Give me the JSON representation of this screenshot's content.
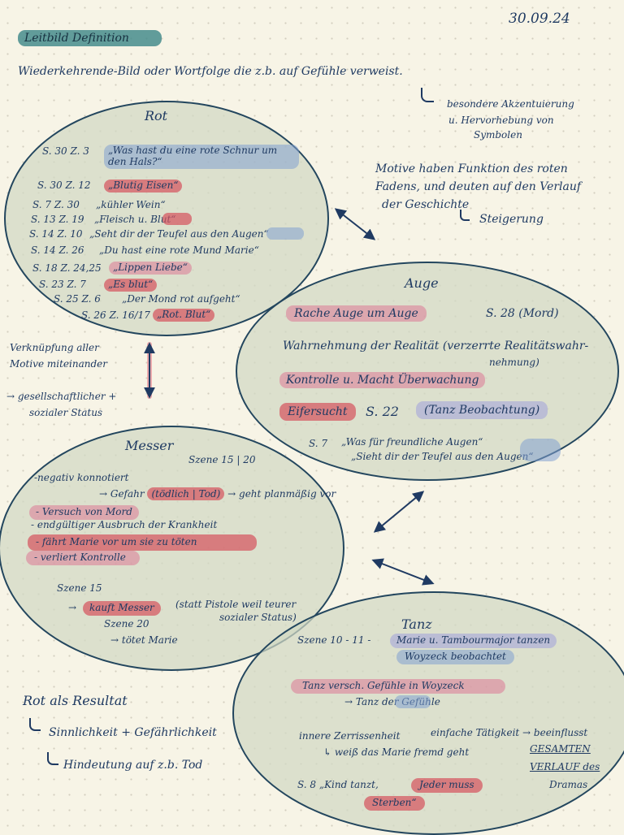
{
  "date": "30.09.24",
  "header": {
    "title": "Leitbild Definition",
    "definition": "Wiederkehrende-Bild oder Wortfolge die z.b. auf Gefühle verweist.",
    "note_line1": "besondere Akzentuierung",
    "note_line2": "u. Hervorhebung von",
    "note_line3": "Symbolen"
  },
  "motive_note": {
    "line1": "Motive haben Funktion des roten",
    "line2": "Fadens, und deuten auf den Verlauf",
    "line3": "der Geschichte",
    "line4": "Steigerung"
  },
  "rot": {
    "title": "Rot",
    "items": [
      {
        "ref": "S. 30 Z. 3",
        "quote": "„Was hast du eine rote Schnur um den Hals?“"
      },
      {
        "ref": "S. 30 Z. 12",
        "quote": "„Blutig Eisen“"
      },
      {
        "ref": "S. 7 Z. 30",
        "quote": "„kühler Wein“"
      },
      {
        "ref": "S. 13 Z. 19",
        "quote": "„Fleisch u. Blut“"
      },
      {
        "ref": "S. 14 Z. 10",
        "quote": "„Seht dir der Teufel aus den Augen“"
      },
      {
        "ref": "S. 14 Z. 26",
        "quote": "„Du hast eine rote Mund Marie“"
      },
      {
        "ref": "S. 18 Z. 24,25",
        "quote": "„Lippen Liebe“"
      },
      {
        "ref": "S. 23 Z. 7",
        "quote": "„Es blut“"
      },
      {
        "ref": "S. 25 Z. 6",
        "quote": "„Der Mond rot aufgeht“"
      },
      {
        "ref": "S. 26 Z. 16/17",
        "quote": "„Rot. Blut“"
      }
    ]
  },
  "verknuepfung": {
    "line1": "Verknüpfung aller",
    "line2": "Motive miteinander",
    "line3": "gesellschaftlicher +",
    "line4": "sozialer Status"
  },
  "auge": {
    "title": "Auge",
    "rache": "Rache Auge um Auge",
    "rache_ref": "S. 28 (Mord)",
    "wahrnehmung": "Wahrnehmung der Realität (verzerrte Realitätswahr-",
    "wahrnehmung2": "nehmung)",
    "kontrolle": "Kontrolle u. Macht Überwachung",
    "eifersucht": "Eifersucht",
    "eifersucht_ref": "S. 22",
    "tanz_beob": "(Tanz Beobachtung)",
    "s7_ref": "S. 7",
    "s7_quote": "„Was für freundliche Augen“",
    "s7_quote2": "„Sieht dir der Teufel aus den Augen“"
  },
  "messer": {
    "title": "Messer",
    "szene": "Szene 15 | 20",
    "negativ": "-negativ konnotiert",
    "gefahr_pre": "→ Gefahr",
    "gefahr_hl": "(tödlich | Tod)",
    "gefahr_post": "→ geht planmäßig vor",
    "versuch": "- Versuch von Mord",
    "endgueltig": "- endgültiger Ausbruch der Krankheit",
    "faehrt": "- fährt Marie vor um sie zu töten",
    "kontrolle": "- verliert Kontrolle",
    "szene15": "Szene 15",
    "kauft": "kauft Messer",
    "statt": "(statt Pistole weil teurer",
    "statt2": "sozialer Status)",
    "szene20": "Szene 20",
    "toetet": "→ tötet Marie"
  },
  "tanz": {
    "title": "Tanz",
    "szene": "Szene 10 - 11 -",
    "marie": "Marie u. Tambourmajor tanzen",
    "woyzeck": "Woyzeck beobachtet",
    "versuch": "Tanz versch. Gefühle in Woyzeck",
    "tanz_der": "→ Tanz der Gefühle",
    "innere": "innere Zerrissenheit",
    "einfache": "einfache Tätigkeit → beeinflusst",
    "gesamten": "GESAMTEN",
    "weiss": "weiß das Marie fremd geht",
    "verlauf": "VERLAUF des",
    "dramas": "Dramas",
    "s8": "S. 8 „Kind tanzt,",
    "jeder": "Jeder muss",
    "sterben": "Sterben“"
  },
  "resultat": {
    "title": "Rot als Resultat",
    "line1": "Sinnlichkeit + Gefährlichkeit",
    "line2": "Hindeutung auf z.b. Tod"
  },
  "colors": {
    "ink": "#1f3a62",
    "bubble_fill": "#d1d8c4",
    "bubble_border": "#23465e",
    "red_highlight": "#d65460",
    "blue_highlight": "#82a0d2",
    "teal_highlight": "#468c8c",
    "paper": "#f7f4e6"
  }
}
